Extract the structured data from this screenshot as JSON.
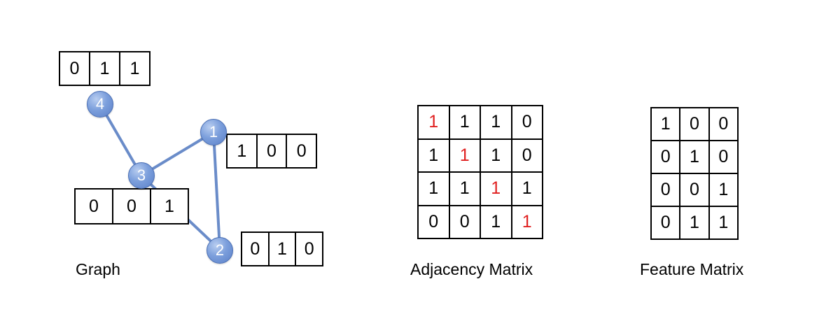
{
  "graph": {
    "caption": "Graph",
    "nodes": [
      {
        "id": "1",
        "label": "1",
        "features": [
          "1",
          "0",
          "0"
        ]
      },
      {
        "id": "2",
        "label": "2",
        "features": [
          "0",
          "1",
          "0"
        ]
      },
      {
        "id": "3",
        "label": "3",
        "features": [
          "0",
          "0",
          "1"
        ]
      },
      {
        "id": "4",
        "label": "4",
        "features": [
          "0",
          "1",
          "1"
        ]
      }
    ],
    "edges": [
      [
        "4",
        "3"
      ],
      [
        "3",
        "1"
      ],
      [
        "3",
        "2"
      ],
      [
        "1",
        "2"
      ]
    ],
    "node_color": "#6f93d6",
    "edge_color": "#6a8cc9"
  },
  "adjacency": {
    "caption": "Adjacency Matrix",
    "rows": [
      [
        "1",
        "1",
        "1",
        "0"
      ],
      [
        "1",
        "1",
        "1",
        "0"
      ],
      [
        "1",
        "1",
        "1",
        "1"
      ],
      [
        "0",
        "0",
        "1",
        "1"
      ]
    ],
    "diagonal_color": "#e02020"
  },
  "feature": {
    "caption": "Feature Matrix",
    "rows": [
      [
        "1",
        "0",
        "0"
      ],
      [
        "0",
        "1",
        "0"
      ],
      [
        "0",
        "0",
        "1"
      ],
      [
        "0",
        "1",
        "1"
      ]
    ]
  }
}
